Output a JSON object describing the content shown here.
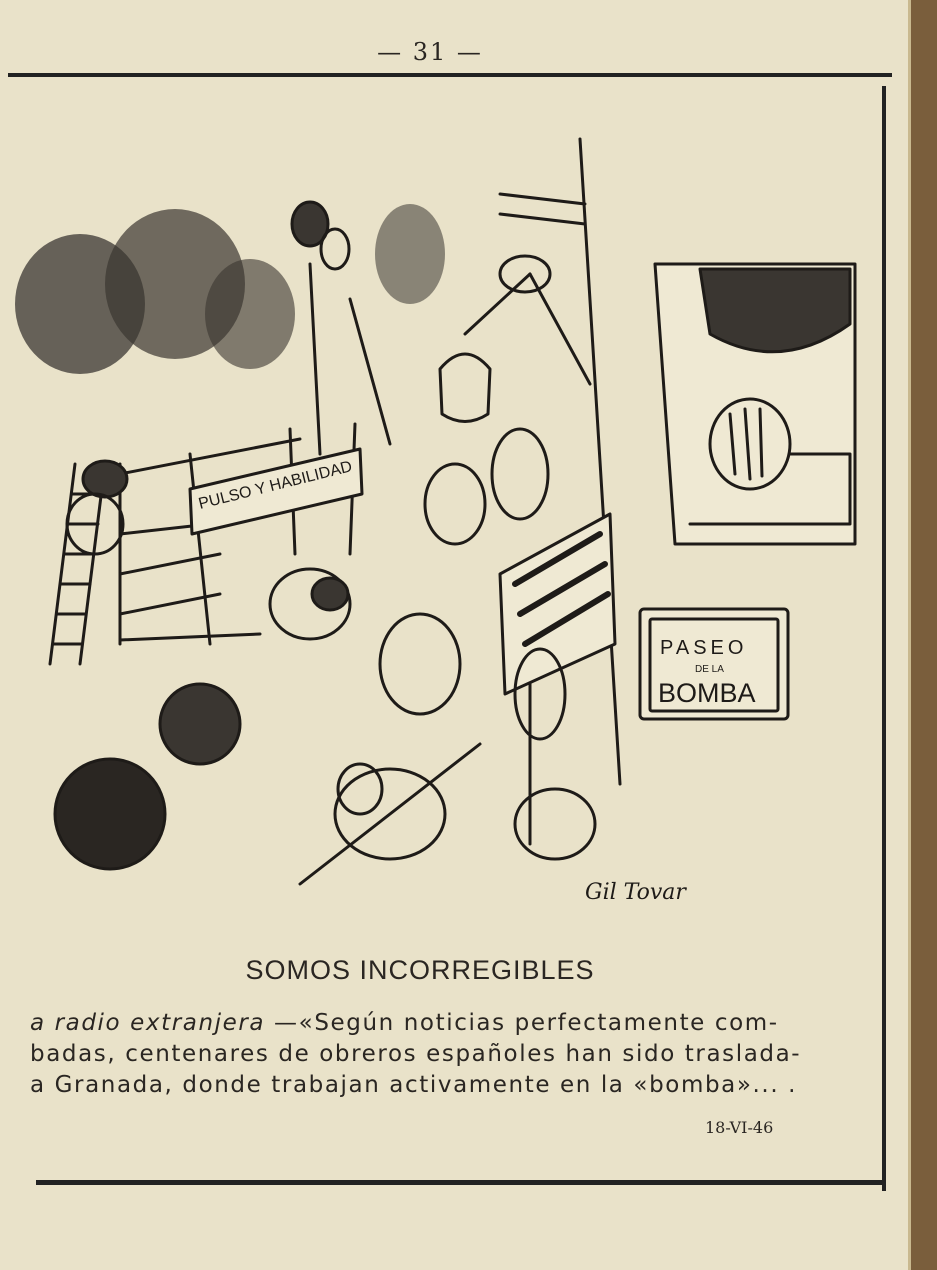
{
  "page": {
    "number": "— 31 —"
  },
  "cartoon": {
    "fence_sign": "PULSO Y HABILIDAD",
    "street_sign_line1": "PASEO",
    "street_sign_line2": "DE LA",
    "street_sign_line3": "BOMBA",
    "signature": "Gil Tovar"
  },
  "caption": {
    "title": "SOMOS INCORREGIBLES",
    "source": "a radio extranjera",
    "line1_rest": " —«Según noticias perfectamente com-",
    "line2": "badas, centenares de obreros españoles han sido traslada-",
    "line3": "a Granada, donde trabajan activamente en la «bomba»... .",
    "date": "18-VI-46"
  },
  "colors": {
    "paper": "#e9e2c9",
    "ink": "#2a2622",
    "edge": "#7a5e3c"
  }
}
